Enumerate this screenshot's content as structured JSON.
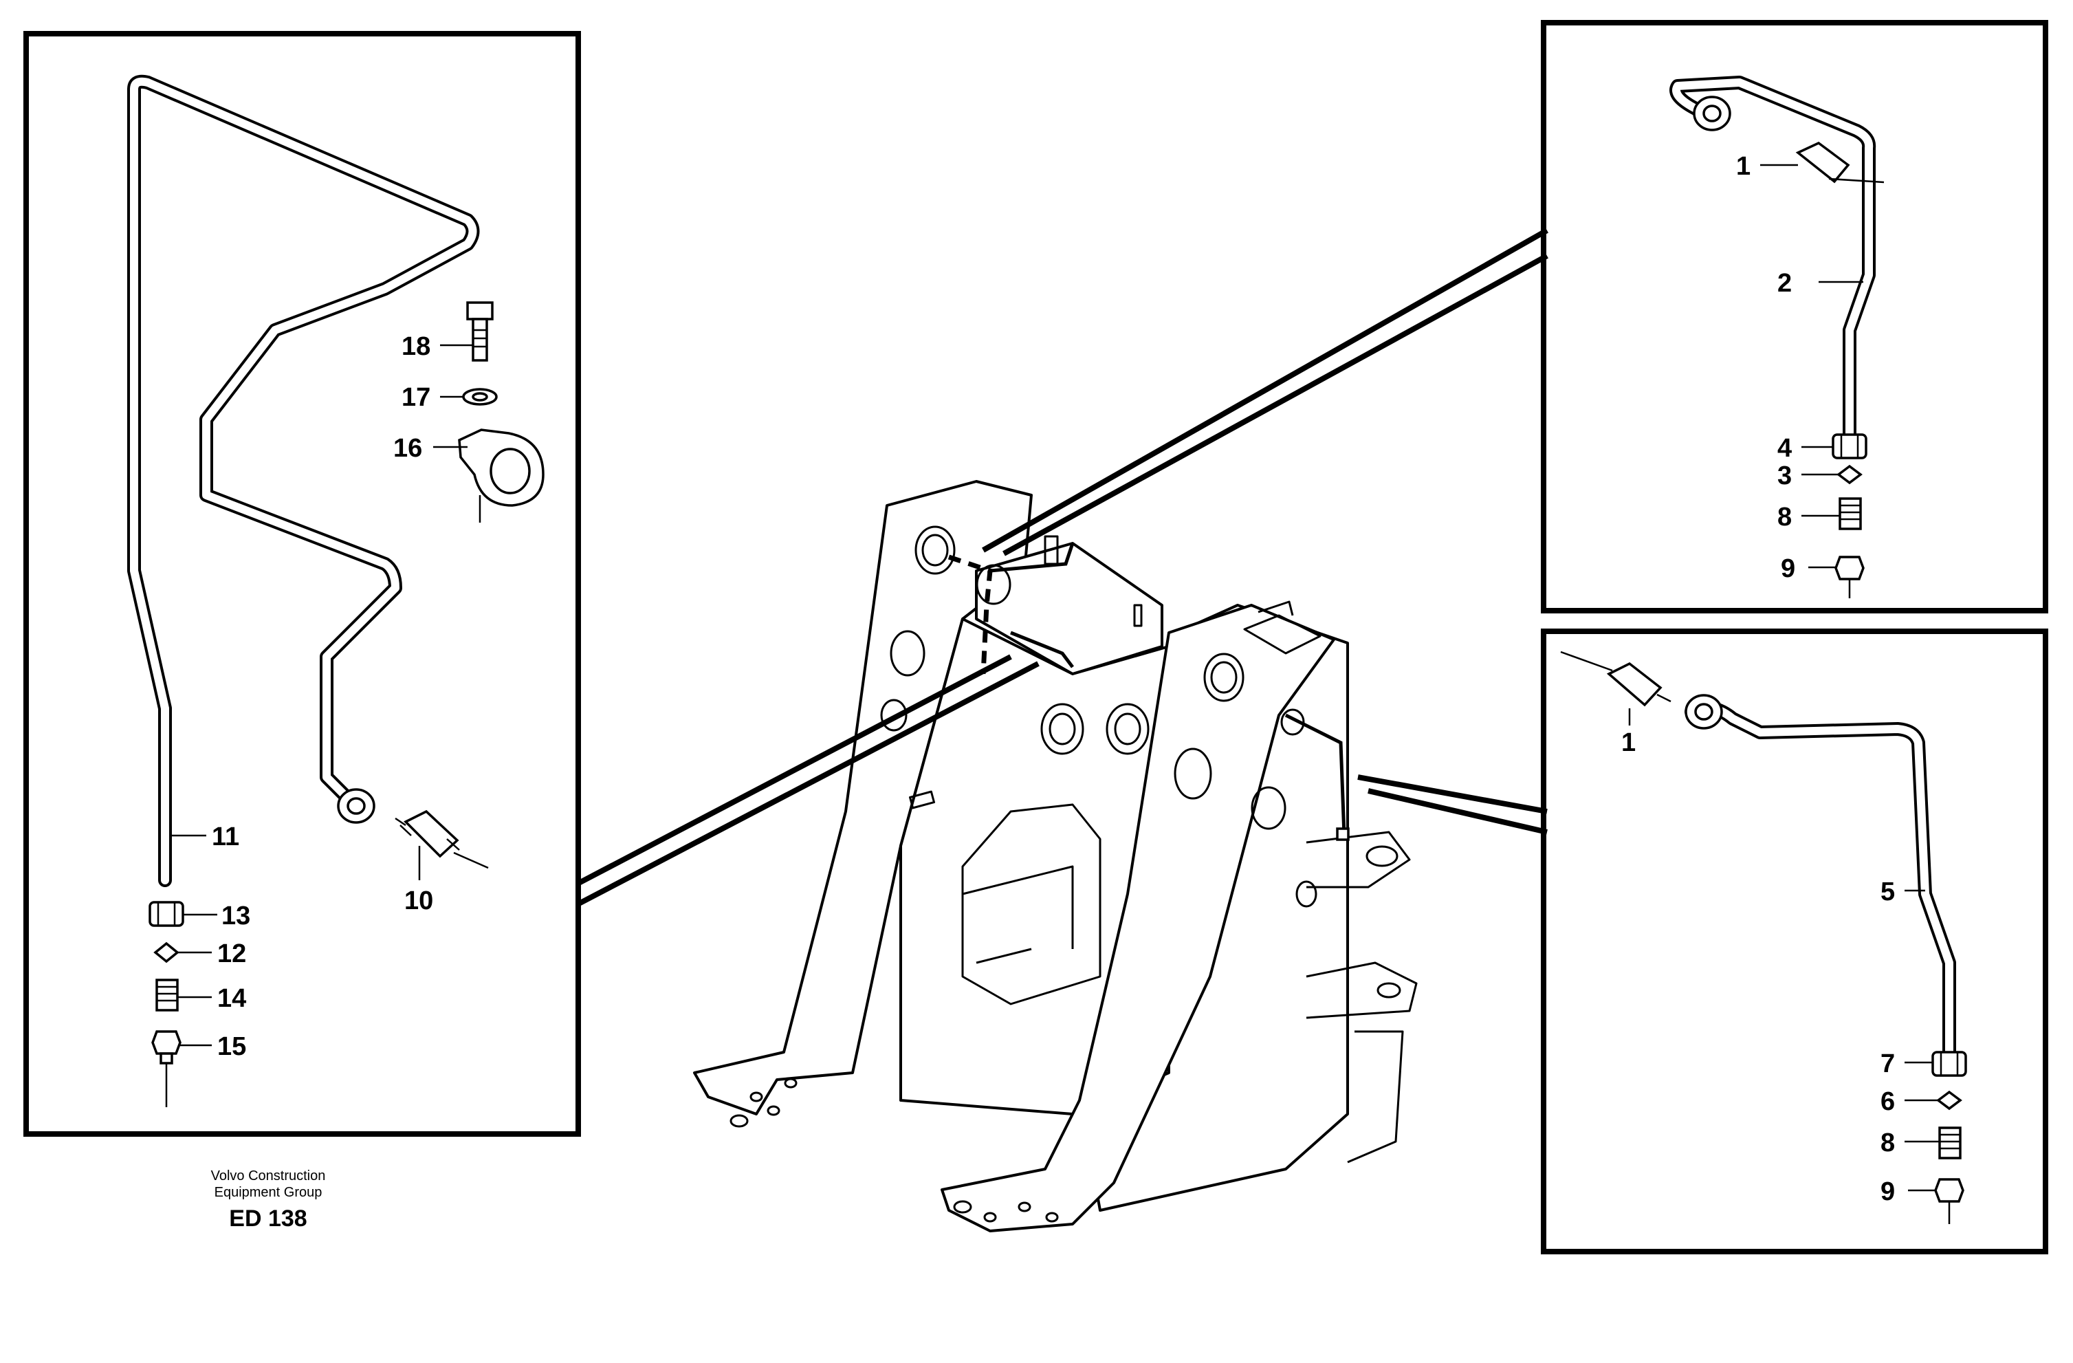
{
  "footer": {
    "company_line1": "Volvo Construction",
    "company_line2": "Equipment Group",
    "drawing_code": "ED 138"
  },
  "left_panel": {
    "labels": {
      "p18": "18",
      "p17": "17",
      "p16": "16",
      "p10": "10",
      "p11": "11",
      "p13": "13",
      "p12": "12",
      "p14": "14",
      "p15": "15"
    }
  },
  "top_right_panel": {
    "labels": {
      "p1": "1",
      "p2": "2",
      "p4": "4",
      "p3": "3",
      "p8": "8",
      "p9": "9"
    }
  },
  "bottom_right_panel": {
    "labels": {
      "p1": "1",
      "p5": "5",
      "p7": "7",
      "p6": "6",
      "p8": "8",
      "p9": "9"
    }
  }
}
